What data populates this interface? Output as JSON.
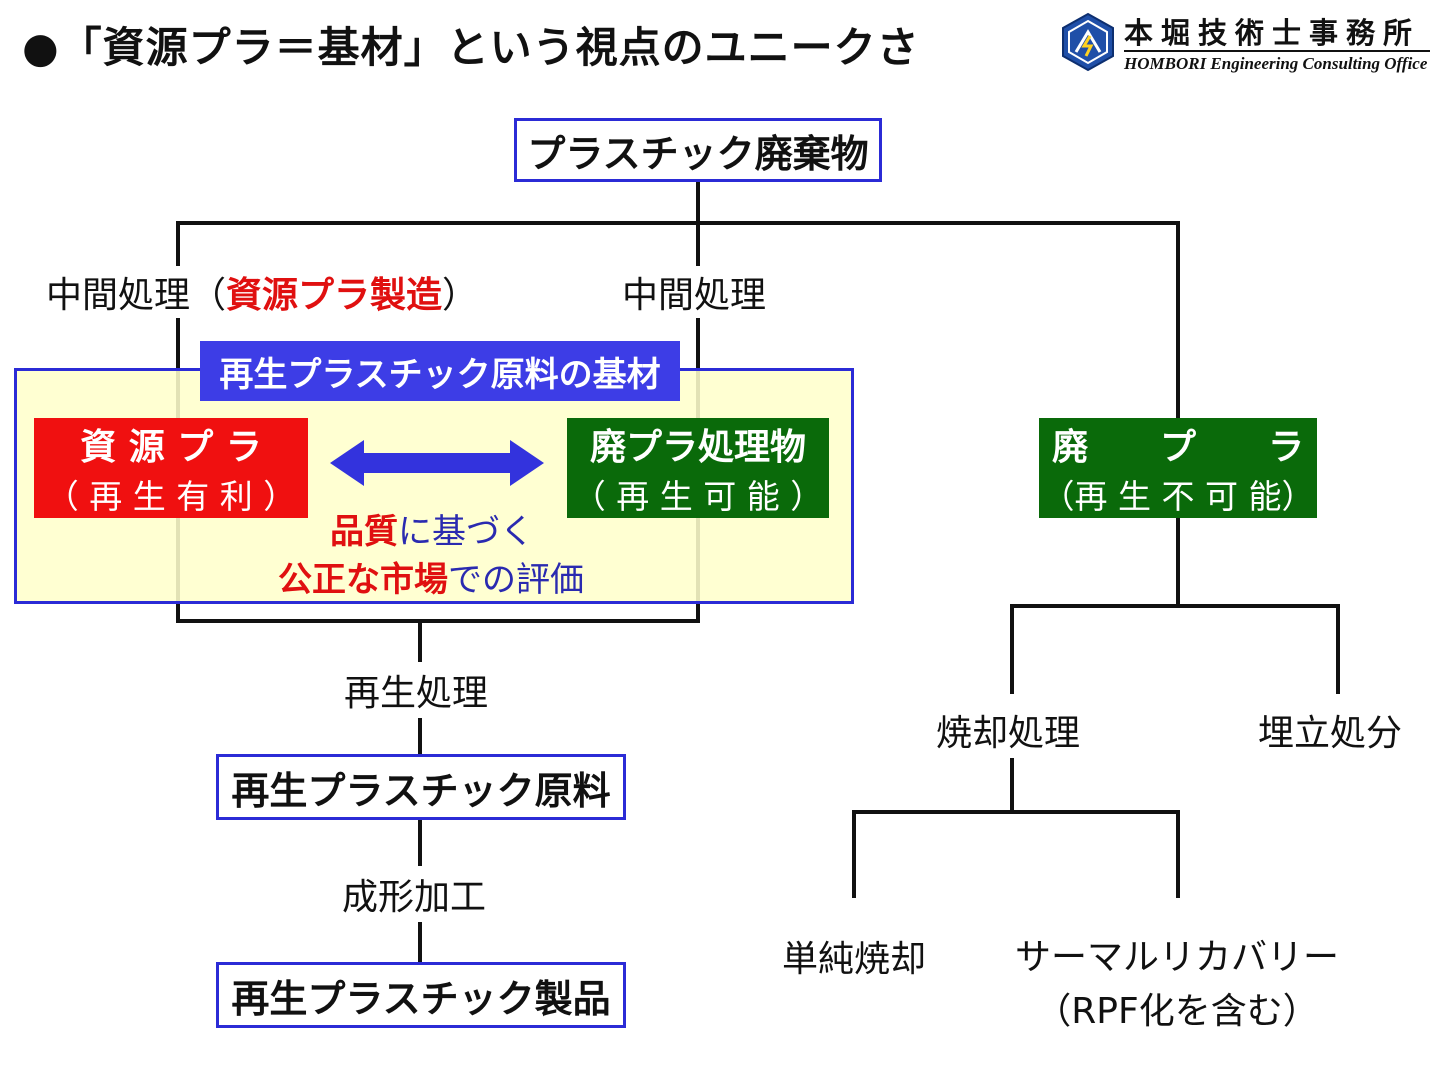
{
  "title": "●「資源プラ＝基材」という視点のユニークさ",
  "logo": {
    "name_jp": "本堀技術士事務所",
    "name_en": "HOMBORI Engineering Consulting Office",
    "mark_color": "#1f4fa8"
  },
  "nodes": {
    "plastic_waste": "プラスチック廃棄物",
    "intermediate_left_prefix": "中間処理（",
    "intermediate_left_emph": "資源プラ製造",
    "intermediate_left_suffix": "）",
    "intermediate_right": "中間処理",
    "base_banner": "再生プラスチック原料の基材",
    "shigen_pura": {
      "line1": "資 源 プ ラ",
      "line2": "（ 再 生 有 利 ）"
    },
    "haipura_shori": {
      "line1": "廃プラ処理物",
      "line2": "（ 再 生 可 能 ）"
    },
    "haipura": {
      "line1": "廃　　プ　　ラ",
      "line2": "（再 生 不 可 能）"
    },
    "eval_line1_emph": "品質",
    "eval_line1_rest": "に基づく",
    "eval_line2_emph": "公正な市場",
    "eval_line2_rest": "での評価",
    "recycle_process": "再生処理",
    "recycled_material": "再生プラスチック原料",
    "molding": "成形加工",
    "recycled_product": "再生プラスチック製品",
    "incineration": "焼却処理",
    "landfill": "埋立処分",
    "simple_incineration": "単純焼却",
    "thermal_recovery_line1": "サーマルリカバリー",
    "thermal_recovery_line2": "（RPF化を含む）"
  },
  "colors": {
    "box_border": "#2b2bd6",
    "banner": "#3d3de6",
    "red_box": "#f01010",
    "green_box": "#0a6a0a",
    "panel": "#ffffcc",
    "arrow": "#3333dd",
    "emphasis_red": "#e01010",
    "text_blue": "#2a2ab0"
  }
}
